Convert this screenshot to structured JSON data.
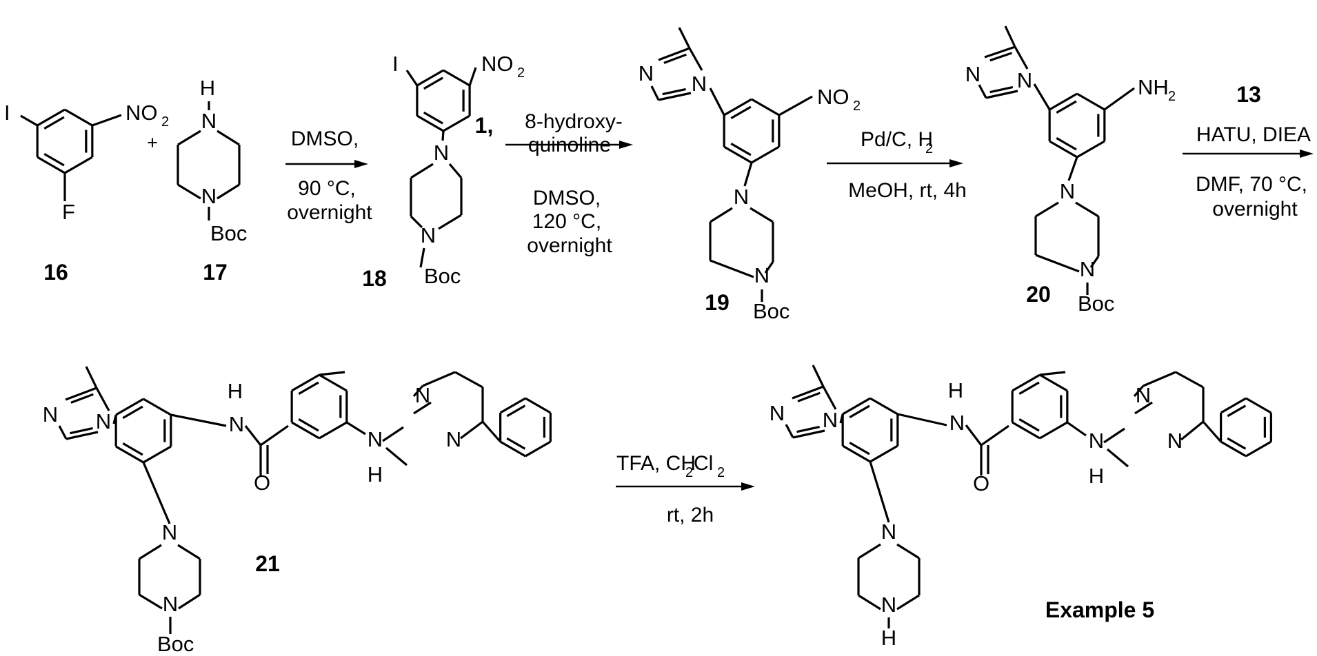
{
  "plus": "+",
  "atoms": {
    "I": "I",
    "F": "F",
    "N": "N",
    "H": "H",
    "O": "O",
    "NO2": "NO",
    "NO2_sub": "2",
    "NH2": "NH",
    "NH2_sub": "2",
    "Boc": "Boc"
  },
  "compounds": {
    "c16": "16",
    "c17": "17",
    "c18": "18",
    "c19": "19",
    "c20": "20",
    "c21": "21",
    "example": "Example 5"
  },
  "steps": {
    "s1": {
      "top": "DMSO,",
      "bottom1": "90 °C,",
      "bottom2": "overnight"
    },
    "s2": {
      "reagent_num": "1,",
      "top1": "8-hydroxy-",
      "top2": "quinoline",
      "bottom1": "DMSO,",
      "bottom2": "120 °C,",
      "bottom3": "overnight"
    },
    "s3": {
      "top_a": "Pd/C, H",
      "top_sub": "2",
      "bottom": "MeOH, rt, 4h"
    },
    "s4": {
      "reagent_num": "13",
      "top": "HATU, DIEA",
      "bottom1": "DMF, 70 °C,",
      "bottom2": "overnight"
    },
    "s5": {
      "top_a": "TFA, CH",
      "top_sub1": "2",
      "top_b": "Cl",
      "top_sub2": "2",
      "bottom": "rt, 2h"
    }
  }
}
